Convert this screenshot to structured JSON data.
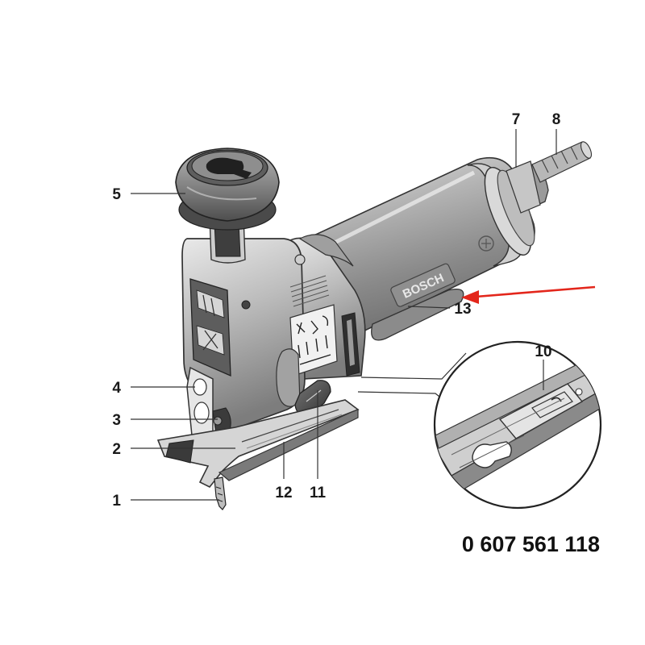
{
  "callouts": [
    {
      "num": "1",
      "name": "callout-1"
    },
    {
      "num": "2",
      "name": "callout-2"
    },
    {
      "num": "3",
      "name": "callout-3"
    },
    {
      "num": "4",
      "name": "callout-4"
    },
    {
      "num": "5",
      "name": "callout-5"
    },
    {
      "num": "7",
      "name": "callout-7"
    },
    {
      "num": "8",
      "name": "callout-8"
    },
    {
      "num": "10",
      "name": "callout-10"
    },
    {
      "num": "11",
      "name": "callout-11"
    },
    {
      "num": "12",
      "name": "callout-12"
    },
    {
      "num": "13",
      "name": "callout-13"
    }
  ],
  "brand": "BOSCH",
  "part_number": "0 607 561 118",
  "colors": {
    "highlight_arrow": "#e3261b",
    "line": "#333333",
    "body_light": "#dcdcdc",
    "body_mid": "#a9a9a9",
    "body_dark": "#5e5e5e"
  }
}
